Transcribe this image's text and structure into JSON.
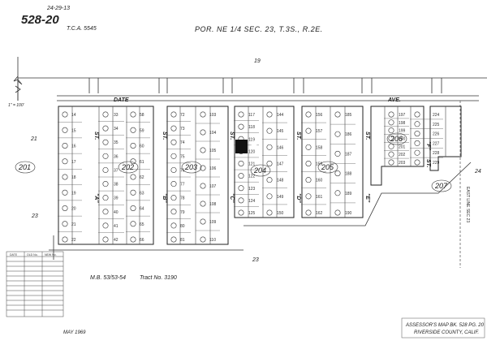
{
  "header": {
    "map_number": "528-20",
    "date_code": "24-29-13",
    "tca": "T.C.A. 5545",
    "section": "POR. NE 1/4 SEC. 23, T.3S., R.2E."
  },
  "scale_note": "1\" = 100'",
  "section_numbers": {
    "north": "19",
    "west_upper": "21",
    "west_lower": "23",
    "south": "23",
    "east": "24"
  },
  "streets": {
    "north": "DATE",
    "north_suffix": "AVE.",
    "st": "ST.",
    "letter_a": "\"A\"",
    "letter_b": "\"B\"",
    "letter_c": "\"C\"",
    "letter_d": "\"D\"",
    "letter_e": "\"E\"",
    "letter_f": "\"F\""
  },
  "east_line": "EAST LINE SEC 23",
  "blocks": {
    "b201": "201",
    "b202": "202",
    "b203": "203",
    "b204": "204",
    "b205": "205",
    "b206": "206",
    "b207": "207"
  },
  "lots": {
    "c1": [
      "14",
      "15",
      "16",
      "17",
      "18",
      "19",
      "20",
      "21",
      "22"
    ],
    "c2": [
      "33",
      "34",
      "35",
      "36",
      "37",
      "38",
      "39",
      "40",
      "41",
      "42"
    ],
    "c3": [
      "58",
      "59",
      "60",
      "61",
      "62",
      "63",
      "64",
      "65",
      "66"
    ],
    "c4": [
      "72",
      "73",
      "74",
      "75",
      "76",
      "77",
      "78",
      "79",
      "80",
      "81"
    ],
    "c5": [
      "103",
      "104",
      "105",
      "106",
      "107",
      "108",
      "109",
      "110"
    ],
    "c6": [
      "117",
      "118",
      "119",
      "120",
      "121",
      "122",
      "123",
      "124",
      "125"
    ],
    "c7": [
      "144",
      "145",
      "146",
      "147",
      "148",
      "149",
      "150"
    ],
    "c8": [
      "156",
      "157",
      "158",
      "159",
      "160",
      "161",
      "162"
    ],
    "c9": [
      "185",
      "186",
      "187",
      "188",
      "189",
      "190"
    ],
    "c10": [
      "197",
      "198",
      "199",
      "200",
      "201",
      "202",
      "203"
    ],
    "c11": [
      "224",
      "225",
      "226",
      "227",
      "228",
      "229"
    ]
  },
  "recording": {
    "mb": "M.B. 53/53-54",
    "tract": "Tract No. 3190"
  },
  "footer": {
    "date": "MAY 1969",
    "assessor_line1": "ASSESSOR'S MAP BK. 528 PG. 20",
    "assessor_line2": "RIVERSIDE COUNTY, CALIF."
  },
  "table_headers": [
    "DATE",
    "OLD No.",
    "NEW No."
  ]
}
